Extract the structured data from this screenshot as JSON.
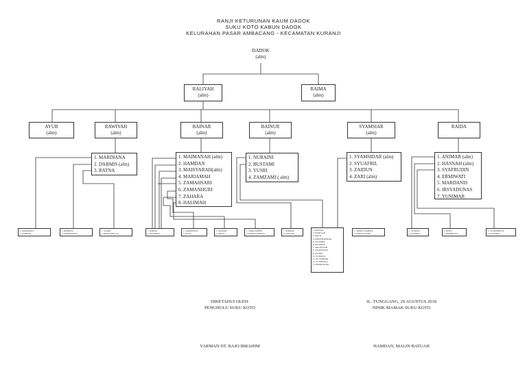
{
  "header": {
    "line1": "RANJI KETURUNAN KAUM DADOK",
    "line2": "SUKU KOTO KABUN DADOK",
    "line3": "KELURAHAN PASAR AMBACANG - KECAMATAN KURANJI"
  },
  "root": {
    "name": "DADOK",
    "note": "(alm)"
  },
  "gen1": [
    {
      "name": "RALIYAH",
      "note": "(alm)"
    },
    {
      "name": "RAIMA",
      "note": "(alm)"
    }
  ],
  "gen2": [
    {
      "name": "AYUB",
      "note": "(alm)"
    },
    {
      "name": "RAWIYAH",
      "note": "(alm)"
    },
    {
      "name": "BAINAR",
      "note": "(alm)"
    },
    {
      "name": "BAINUR",
      "note": "(alm)"
    },
    {
      "name": "SYAMSIAR",
      "note": "(alm)"
    },
    {
      "name": "RAIDA",
      "note": ""
    }
  ],
  "lists": {
    "rawiyah": [
      "1.  MARDIANA",
      "2.  DARMIS (alm)",
      "3.  RATNA"
    ],
    "bainar": [
      "1.  MAIMANAH (alm)",
      "2.  HAMDAN",
      "3.  MAISYARAH(alm)",
      "4.  MARIAMAH",
      "5.  ZAMAHSARI",
      "6.  ZAMANHURI",
      "7.  ZAHARA",
      "8.  HALIMAH"
    ],
    "bainur": [
      "1.  NURAINI",
      "2.  BUSTAMI",
      "3.  YUSRI",
      "4.  ZAMZAMI ( alm)"
    ],
    "syamsiar": [
      "1.  SYAMSIDAR (alm)",
      "2.  SYUAFRIL",
      "3.  ZAIDUN",
      "4.  ZARI (alm)"
    ],
    "raida": [
      "1.  ANIMAR (alm)",
      "2.  HASNAH (alm)",
      "3.  SYAFRUDIN",
      "4.  ERMIWATI",
      "5.  MARDANIS",
      "6.  IRSYADUNAS",
      "7.  YUNIMAR"
    ]
  },
  "gen4": [
    [
      "1.  MARDIANIS",
      "2.  ZUNIDAR"
    ],
    [
      "1.  REMILDA",
      "2.  MARDIWENTI"
    ],
    [
      "1.  SYAFRI",
      "2.  RERA APRILLIA"
    ],
    [
      "1.  RAHMA",
      "2.  YELNARTI"
    ],
    [
      "1.  WARDIYANTI",
      "2.  RUSLI"
    ],
    [
      "1.  NAYRAH",
      "2.  ARIZA"
    ],
    [
      "1.  ZIQRA RAHMI",
      "2.  RAHMA RIDWAN"
    ],
    [
      "1.  FORMAN",
      "2.  FITRIANI"
    ],
    [
      "1.  RIDWAN",
      "2.  FADILLAH",
      "3.  RAJITI",
      "4.  FITRIYENDERAH",
      "5.  YUZAHRA",
      "6.  NOVRIANI",
      "7.  ARLANSYAH",
      "8.  AGSRIYANTO",
      "9.  YUSNIR",
      "10.  YUSNIAR",
      "11.  M. NURFITRI",
      "12.  M. FIRDAUS",
      "13.  RIDHO PUTRI"
    ],
    [
      "1.  SRIDEVI RAHAYU",
      "2.  FITRIA ULFANI"
    ],
    [
      "1.  YUSRIZA",
      "2.  NASRELA"
    ],
    [
      "1.  RUDY",
      "2.  AFRIMELDA"
    ],
    [
      "1.  YUSRINDRITA",
      "2.  SYAFITRA"
    ]
  ],
  "footer": {
    "left_label": "DIKETAHUI OLEH:",
    "left_role": "PENGHULU SUKU KOTO",
    "right_place_date": "JL. TUNGGANG, 29 AGUSTUS 2018",
    "right_role": "NINIK MAMAK SUKU KOTO",
    "left_sign": "YARMAN DT. RAJO IBRAHIM",
    "right_sign": "HAMDAN, MALIN BATUAH"
  }
}
